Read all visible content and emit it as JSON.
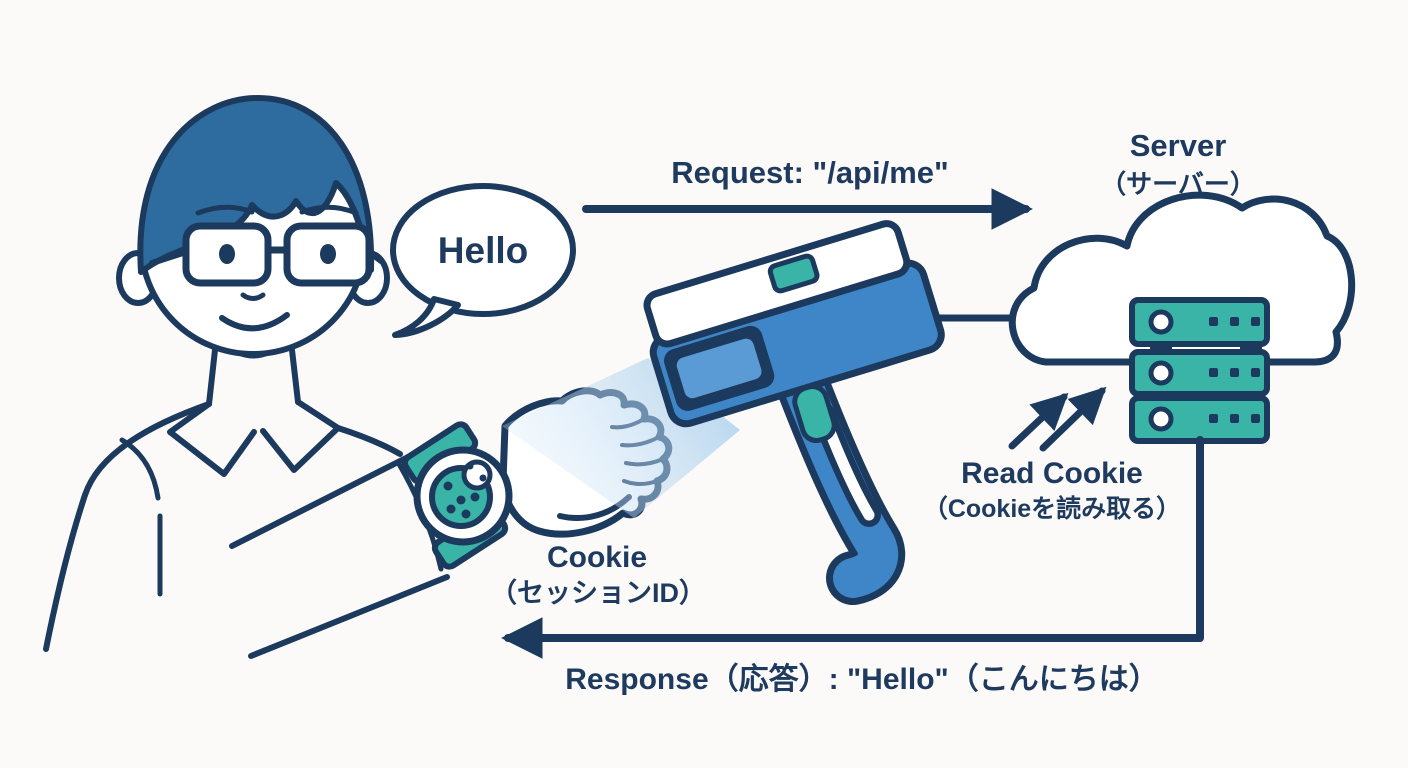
{
  "title": "Cookie session diagram",
  "labels": {
    "speech_bubble": "Hello",
    "request": "Request: \"/api/me\"",
    "server_en": "Server",
    "server_jp": "（サーバー）",
    "read_cookie_en": "Read Cookie",
    "read_cookie_jp": "（Cookieを読み取る）",
    "cookie_en": "Cookie",
    "cookie_jp": "（セッションID）",
    "response": "Response（応答）: \"Hello\"（こんにちは）"
  },
  "diagram": {
    "type": "flow-illustration",
    "nodes": [
      {
        "id": "user",
        "icon": "person-with-smartwatch",
        "speech": "Hello"
      },
      {
        "id": "cookie-watch",
        "icon": "smartwatch-cookie",
        "label_en": "Cookie",
        "label_jp": "（セッションID）"
      },
      {
        "id": "scanner",
        "icon": "barcode-scanner"
      },
      {
        "id": "server",
        "icon": "cloud-server-racks",
        "label_en": "Server",
        "label_jp": "（サーバー）"
      }
    ],
    "edges": [
      {
        "from": "user",
        "to": "server",
        "direction": "right",
        "label": "Request: \"/api/me\""
      },
      {
        "from": "scanner",
        "to": "server",
        "direction": "up-right",
        "label_en": "Read Cookie",
        "label_jp": "（Cookieを読み取る）"
      },
      {
        "from": "server",
        "to": "user",
        "direction": "left",
        "label": "Response（応答）: \"Hello\"（こんにちは）"
      }
    ]
  },
  "colors": {
    "outline": "#1c3a5e",
    "text": "#1e3a5f",
    "hair": "#2e6b9e",
    "scanner_blue": "#3e86c8",
    "scanner_blue_light": "#5a9bd6",
    "teal": "#39b4a6",
    "beam_blue": "#9cc8eb",
    "background": "#fbfaf8"
  }
}
